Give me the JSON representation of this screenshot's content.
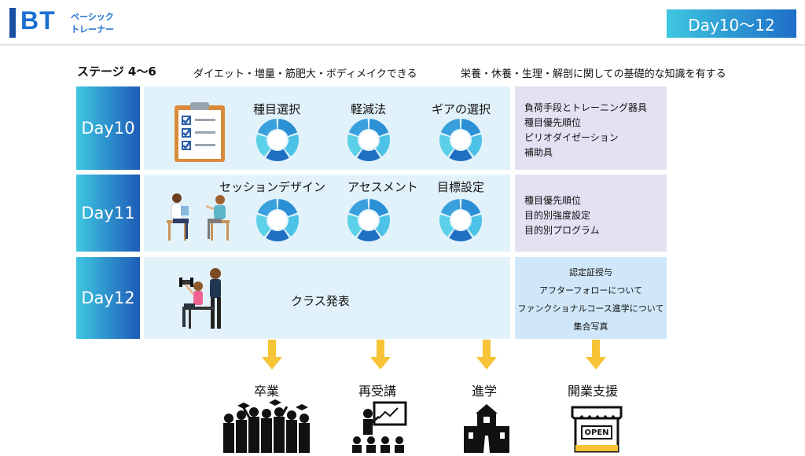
{
  "header": {
    "logo_letters": "BT",
    "logo_sub_line1": "ベーシック",
    "logo_sub_line2": "トレーナー",
    "day_range": "Day10〜12"
  },
  "stage": {
    "label": "ステージ 4〜6",
    "desc1": "ダイエット・増量・筋肥大・ボディメイクできる",
    "desc2": "栄養・休養・生理・解剖に関しての基礎的な知識を有する"
  },
  "rows": [
    {
      "day": "Day10",
      "topics": [
        "種目選択",
        "軽減法",
        "ギアの選択"
      ],
      "side": [
        "負荷手段とトレーニング器具",
        "種目優先順位",
        "ピリオダイゼーション",
        "補助具"
      ]
    },
    {
      "day": "Day11",
      "topics": [
        "セッションデザイン",
        "アセスメント",
        "目標設定"
      ],
      "side": [
        "種目優先順位",
        "目的別強度設定",
        "目的別プログラム"
      ]
    },
    {
      "day": "Day12",
      "main_text": "クラス発表",
      "side": [
        "認定証授与",
        "アフターフォローについて",
        "ファンクショナルコース進学について",
        "集合写真"
      ]
    }
  ],
  "outcomes": [
    "卒業",
    "再受講",
    "進学",
    "開業支援"
  ],
  "open_sign": "OPEN",
  "colors": {
    "accent_blue": "#1a6fd1",
    "gradient_start": "#3ec6e0",
    "gradient_end": "#1e5bb8",
    "row_bg": "#e2f2fb",
    "side_bg": "#e3e1f2",
    "arrow": "#f6c436"
  }
}
